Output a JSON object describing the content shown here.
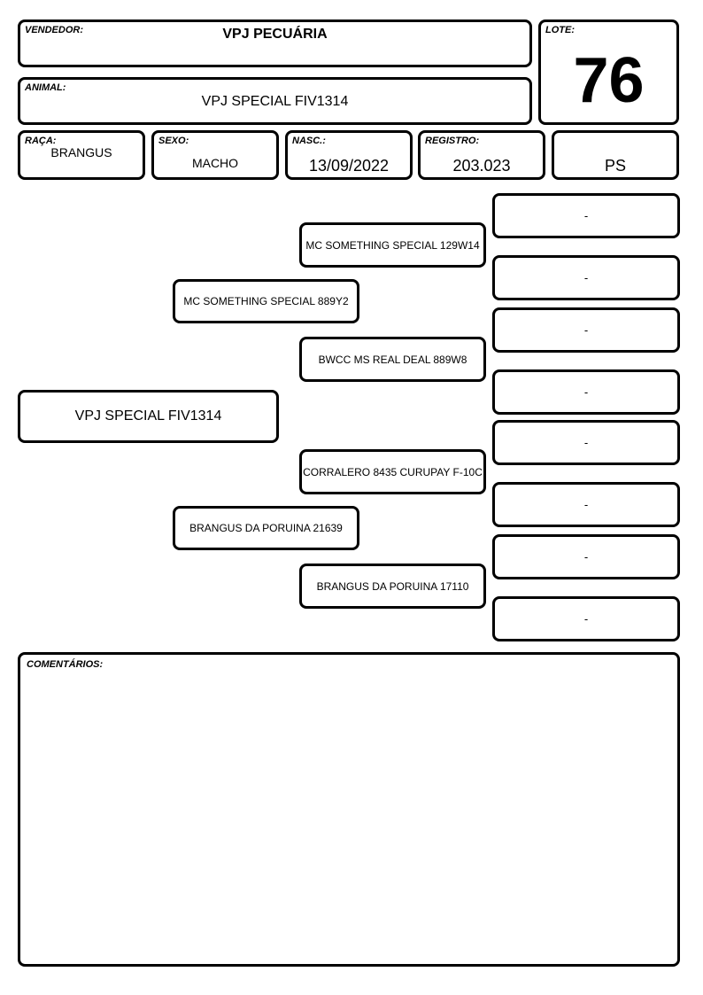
{
  "header": {
    "vendedor_label": "VENDEDOR:",
    "vendedor": "VPJ PECUÁRIA",
    "lote_label": "LOTE:",
    "lote": "76",
    "animal_label": "ANIMAL:",
    "animal": "VPJ SPECIAL FIV1314"
  },
  "info": {
    "raca_label": "RAÇA:",
    "raca": "BRANGUS",
    "sexo_label": "SEXO:",
    "sexo": "MACHO",
    "nasc_label": "NASC.:",
    "nasc": "13/09/2022",
    "registro_label": "REGISTRO:",
    "registro": "203.023",
    "categoria": "PS"
  },
  "pedigree": {
    "animal": "VPJ SPECIAL FIV1314",
    "sire": "MC SOMETHING SPECIAL 889Y2",
    "dam": "BRANGUS DA PORUINA 21639",
    "sire_sire": "MC SOMETHING SPECIAL 129W14",
    "sire_dam": "BWCC MS REAL DEAL 889W8",
    "dam_sire": "CORRALERO 8435 CURUPAY F-10C",
    "dam_dam": "BRANGUS DA PORUINA 17110",
    "great_grandparents": [
      "-",
      "-",
      "-",
      "-",
      "-",
      "-",
      "-",
      "-"
    ]
  },
  "comments": {
    "label": "COMENTÁRIOS:",
    "text": ""
  }
}
